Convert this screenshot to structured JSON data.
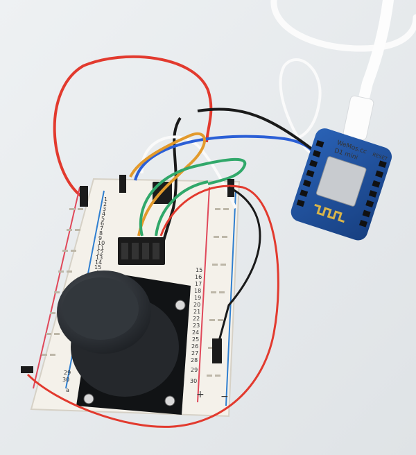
{
  "photo": {
    "colors": {
      "background": "#e9ecee",
      "breadboard": "#f4f1ea",
      "rail_red": "#e0485a",
      "rail_blue": "#2f7fd0",
      "pcb_blue": "#1f4f9a",
      "joystick_cap": "#2f3338",
      "joystick_pcb": "#111315",
      "wire_red": "#e23a2e",
      "wire_white": "#fafafa",
      "wire_black": "#1a1a1a",
      "wire_blue": "#2b5fd6",
      "wire_orange": "#e29a2c",
      "wire_green": "#31a86a",
      "usb_cable": "#ffffff"
    },
    "breadboard": {
      "row_numbers_left": [
        "1",
        "2",
        "3",
        "4",
        "5",
        "6",
        "7",
        "8",
        "9",
        "10",
        "11",
        "12",
        "13",
        "14",
        "15"
      ],
      "row_numbers_right": [
        "15",
        "16",
        "17",
        "18",
        "19",
        "20",
        "21",
        "22",
        "23",
        "24",
        "25",
        "26",
        "27",
        "28",
        "29",
        "30"
      ],
      "row_numbers_bottom": [
        "29",
        "30"
      ],
      "col_letter": "a",
      "rail_plus": "+",
      "rail_minus": "−"
    },
    "module": {
      "brand": "WeMos.cc",
      "model": "D1 mini",
      "reset_label": "RESET"
    }
  }
}
